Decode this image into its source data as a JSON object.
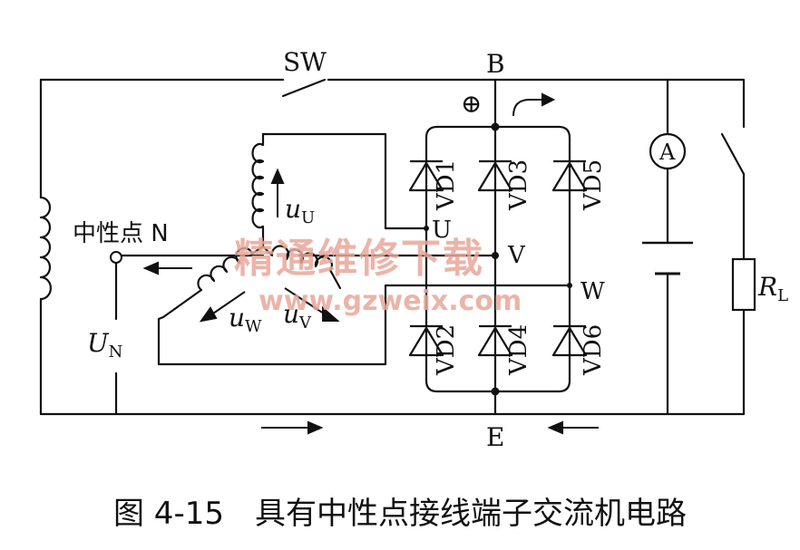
{
  "labels": {
    "switch": "SW",
    "node_b": "B",
    "node_e": "E",
    "node_u": "U",
    "node_v": "V",
    "node_w": "W",
    "plus_sign": "⊕",
    "neutral": "中性点 N",
    "u_U": "u",
    "u_U_sub": "U",
    "u_V": "u",
    "u_V_sub": "V",
    "u_W": "u",
    "u_W_sub": "W",
    "U_N": "U",
    "U_N_sub": "N",
    "R_L": "R",
    "R_L_sub": "L",
    "ammeter": "A",
    "diodes": [
      "VD1",
      "VD3",
      "VD5",
      "VD2",
      "VD4",
      "VD6"
    ]
  },
  "watermark": {
    "line1": "精通维修下载",
    "line2": "www.gzweix.com"
  },
  "caption": "图 4-15　具有中性点接线端子交流机电路",
  "colors": {
    "line": "#111111",
    "watermark": "#e8a89a"
  }
}
